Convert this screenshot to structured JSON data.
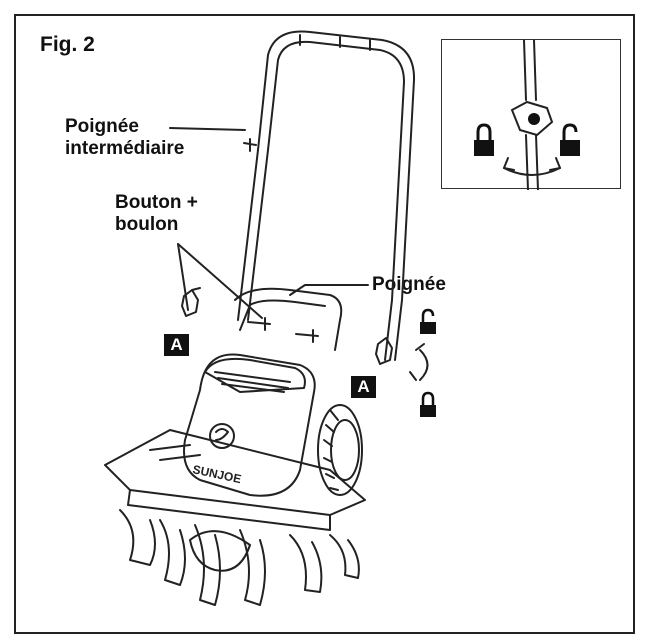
{
  "figure": {
    "title": "Fig. 2",
    "labels": {
      "intermediate_handle": [
        "Poignée",
        "intermédiaire"
      ],
      "knob_bolt": [
        "Bouton +",
        "boulon"
      ],
      "handle": "Poignée"
    },
    "badges": [
      "A",
      "A"
    ],
    "brand_on_body": "SUNJOE"
  }
}
